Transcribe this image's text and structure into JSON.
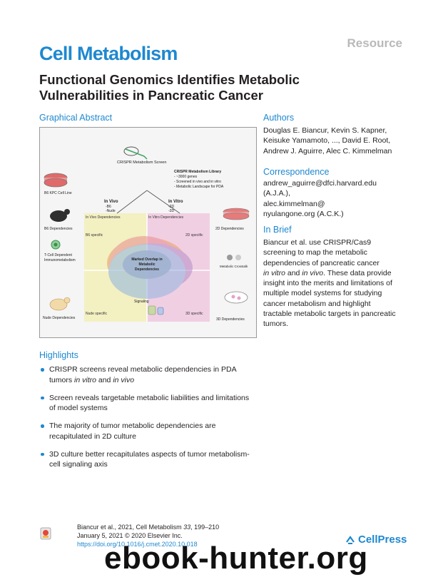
{
  "header": {
    "section_label": "Resource",
    "journal_name": "Cell Metabolism",
    "article_title": "Functional Genomics Identifies Metabolic Vulnerabilities in Pancreatic Cancer"
  },
  "graphical_abstract": {
    "heading": "Graphical Abstract",
    "labels": {
      "screen": "CRISPR Metabolism Screen",
      "library_title": "CRISPR Metabolism Library",
      "library_1": "- ~3000 genes",
      "library_2": "- Screened in vivo and in vitro",
      "library_3": "- Metabolic Landscape for PDA",
      "cell_line": "B6 KPC Cell Line",
      "in_vivo": "In Vivo",
      "in_vivo_b6": "-B6",
      "in_vivo_nude": "-Nude",
      "in_vitro": "In Vitro",
      "in_vitro_2d": "-2D",
      "in_vitro_3d": "-3D",
      "in_vivo_deps": "In Vivo Dependencies",
      "in_vitro_deps": "In Vitro Dependencies",
      "b6_deps": "B6 Dependencies",
      "b6_specific": "B6 specific",
      "two_d_specific": "2D specific",
      "two_d_deps": "2D Dependencies",
      "overlap_1": "Marked Overlap in",
      "overlap_2": "Metabolic",
      "overlap_3": "Dependencies",
      "tcell_1": "T-Cell Dependent",
      "tcell_2": "Immunometabolism",
      "crosstalk": "Metabolic Crosstalk",
      "signaling": "Signaling",
      "nude_specific": "Nude specific",
      "three_d_specific": "3D specific",
      "nude_deps": "Nude Dependencies",
      "three_d_deps": "3D Dependencies"
    }
  },
  "authors": {
    "heading": "Authors",
    "line1": "Douglas E. Biancur, Kevin S. Kapner,",
    "line2": "Keisuke Yamamoto, ..., David E. Root,",
    "line3": "Andrew J. Aguirre, Alec C. Kimmelman"
  },
  "correspondence": {
    "heading": "Correspondence",
    "line1": "andrew_aguirre@dfci.harvard.edu",
    "line2": "(A.J.A.),",
    "line3": "alec.kimmelman@",
    "line4": "nyulangone.org (A.C.K.)"
  },
  "in_brief": {
    "heading": "In Brief",
    "line1": "Biancur et al. use CRISPR/Cas9",
    "line2": "screening to map the metabolic",
    "line3": "dependencies of pancreatic cancer",
    "line4_italic_a": "in vitro",
    "line4_mid": " and ",
    "line4_italic_b": "in vivo",
    "line4_end": ". These data provide",
    "line5": "insight into the merits and limitations of",
    "line6": "multiple model systems for studying",
    "line7": "cancer metabolism and highlight",
    "line8": "tractable metabolic targets in pancreatic",
    "line9": "tumors."
  },
  "highlights": {
    "heading": "Highlights",
    "item1_line1": "CRISPR screens reveal metabolic dependencies in PDA",
    "item1_line2_a": "tumors ",
    "item1_line2_italic_a": "in vitro",
    "item1_line2_mid": " and ",
    "item1_line2_italic_b": "in vivo",
    "item2_line1": "Screen reveals targetable metabolic liabilities and limitations",
    "item2_line2": "of model systems",
    "item3_line1": "The majority of tumor metabolic dependencies are",
    "item3_line2": "recapitulated in 2D culture",
    "item4_line1": "3D culture better recapitulates aspects of tumor metabolism-",
    "item4_line2": "cell signaling axis"
  },
  "footer": {
    "citation_a": "Biancur et al., 2021, Cell Metabolism ",
    "citation_vol": "33",
    "citation_b": ", 199–210",
    "date_line": "January 5, 2021 © 2020 Elsevier Inc.",
    "doi": "https://doi.org/10.1016/j.cmet.2020.10.018",
    "publisher": "CellPress",
    "watermark": "ebook-hunter.org"
  },
  "colors": {
    "accent": "#1e88d0",
    "resource_grey": "#b9b9b9",
    "in_vivo_quadrant": "#f3f0c2",
    "in_vitro_quadrant": "#f1cfe3"
  }
}
